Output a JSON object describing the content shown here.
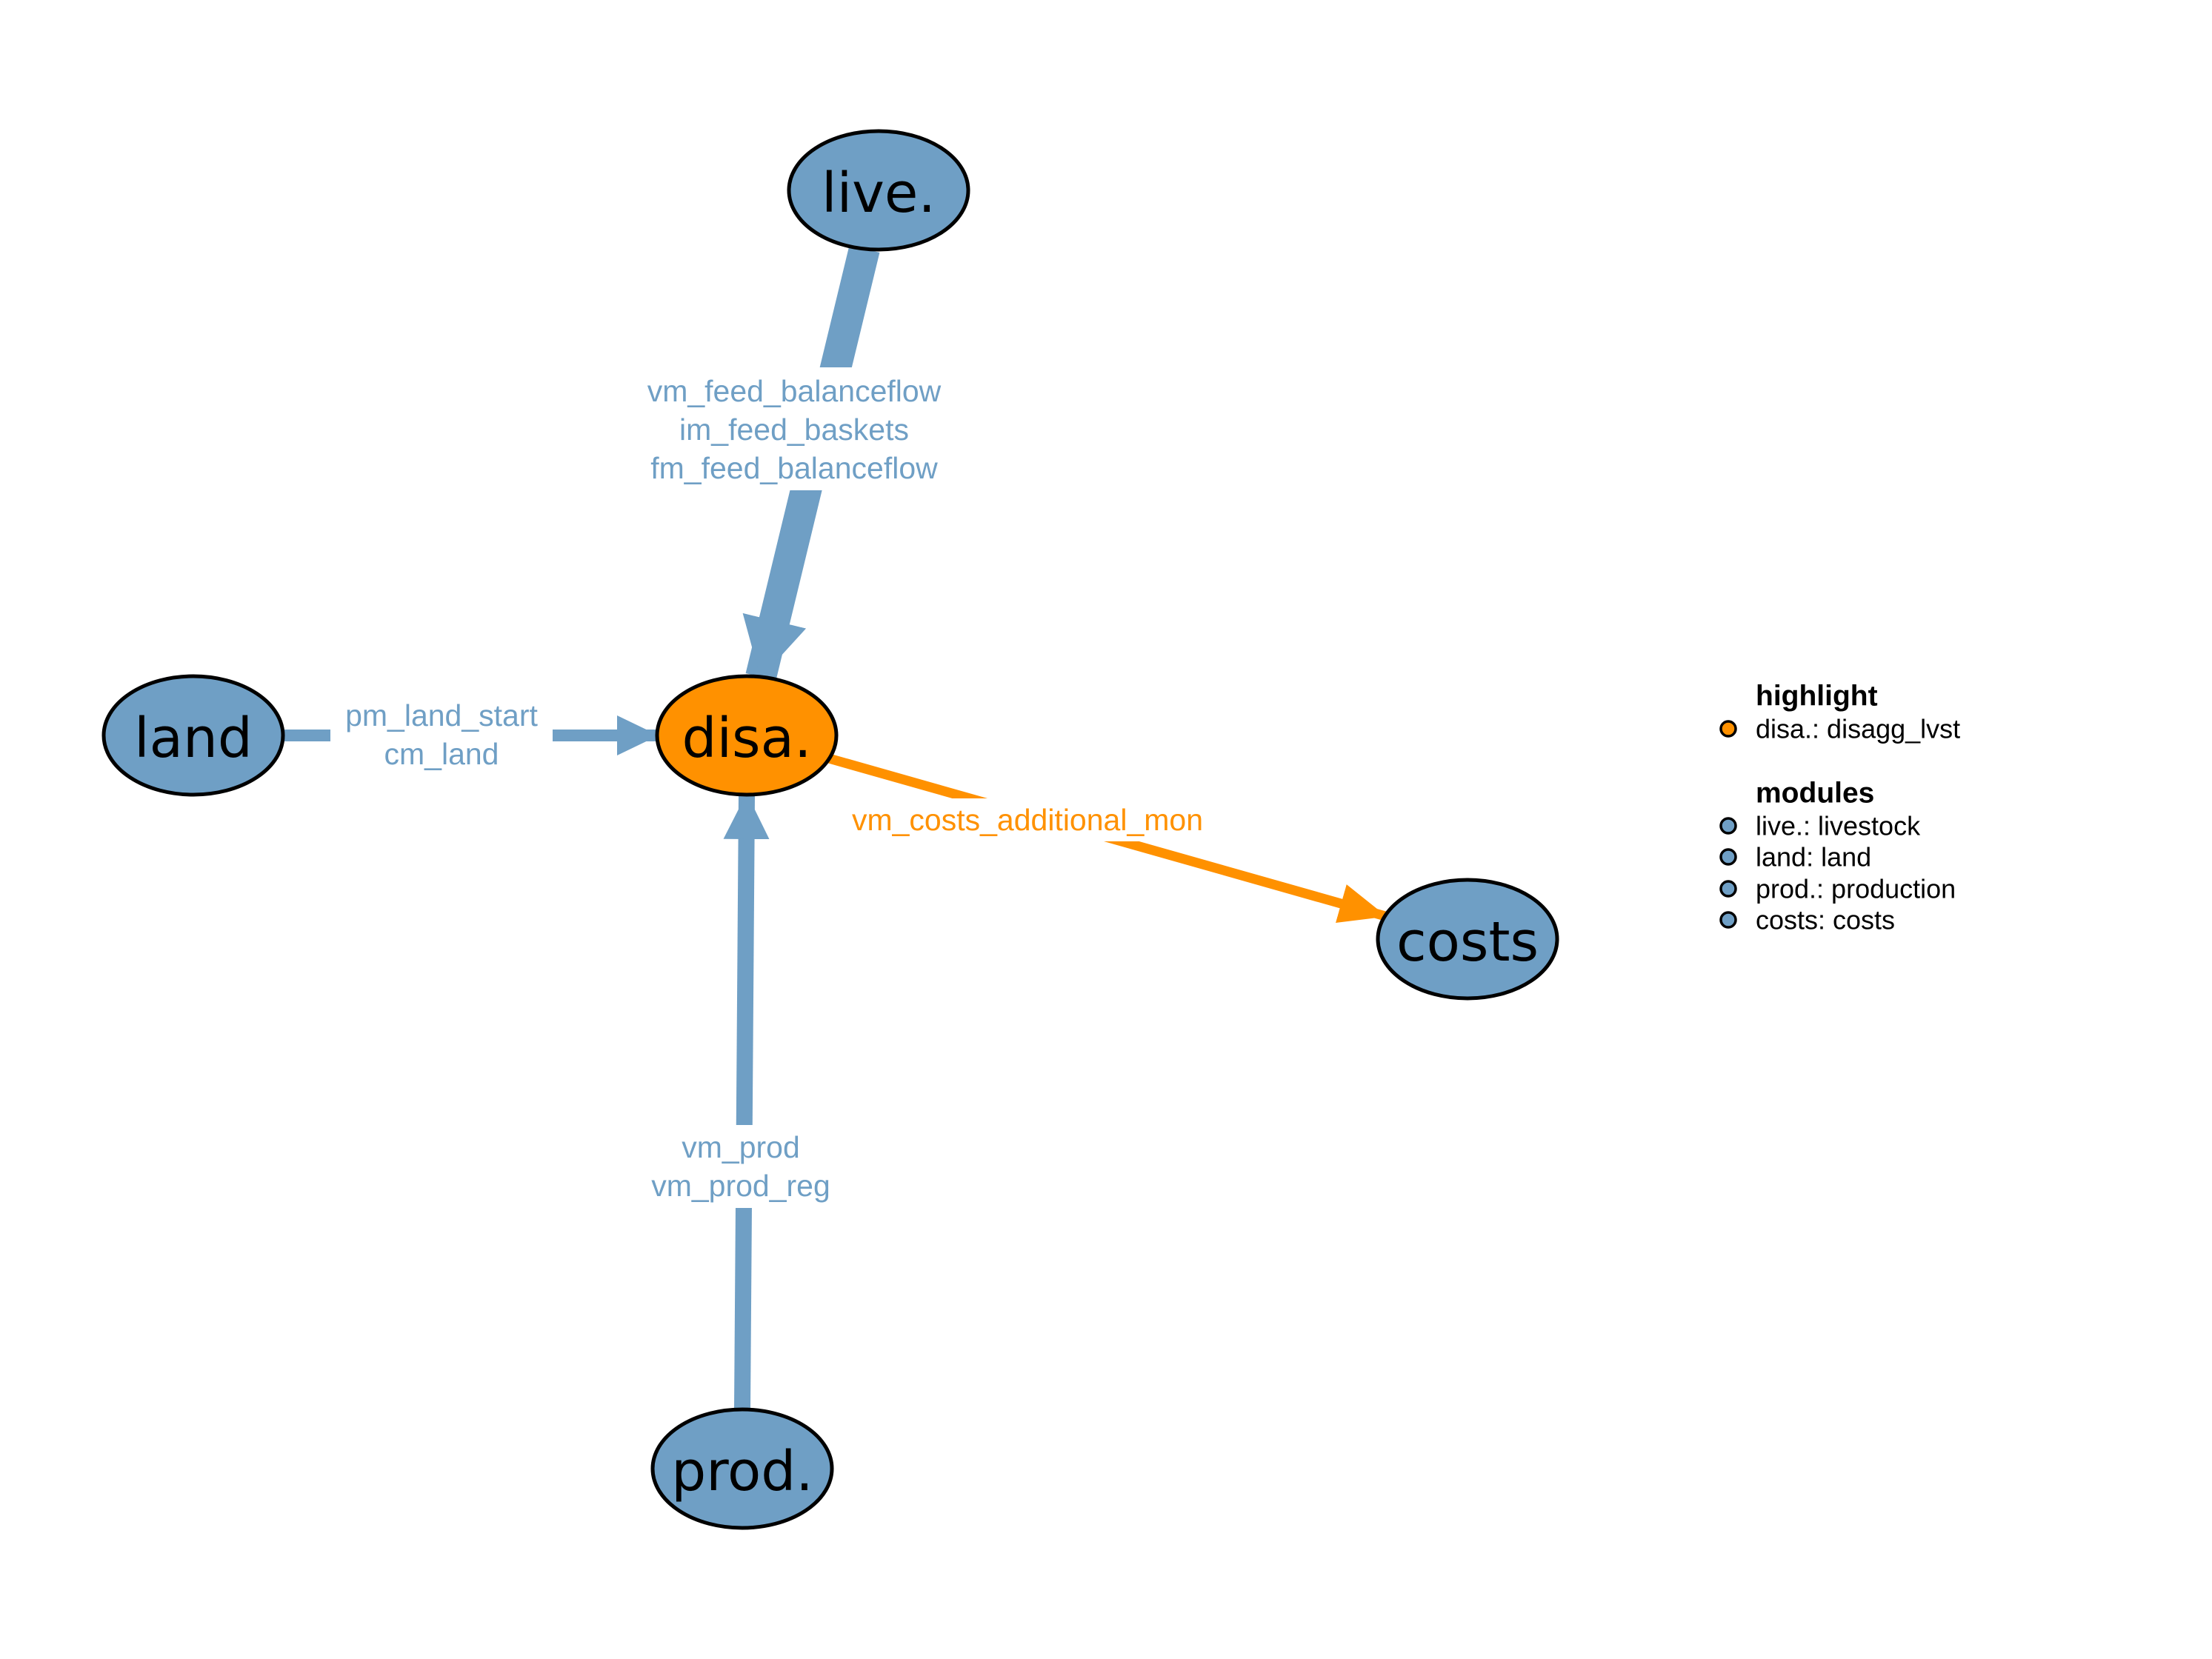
{
  "diagram": {
    "background": "#FFFFFF",
    "colors": {
      "highlight": "#FF9100",
      "module": "#6F9FC5",
      "node_border": "#000000",
      "node_text": "#000000"
    },
    "nodes": [
      {
        "id": "live",
        "label": "live.",
        "type": "module"
      },
      {
        "id": "land",
        "label": "land",
        "type": "module"
      },
      {
        "id": "disa",
        "label": "disa.",
        "type": "highlight"
      },
      {
        "id": "costs",
        "label": "costs",
        "type": "module"
      },
      {
        "id": "prod",
        "label": "prod.",
        "type": "module"
      }
    ],
    "edges": [
      {
        "from": "live",
        "to": "disa",
        "type": "module",
        "labels": [
          "vm_feed_balanceflow",
          "im_feed_baskets",
          "fm_feed_balanceflow"
        ]
      },
      {
        "from": "land",
        "to": "disa",
        "type": "module",
        "labels": [
          "pm_land_start",
          "cm_land"
        ]
      },
      {
        "from": "prod",
        "to": "disa",
        "type": "module",
        "labels": [
          "vm_prod",
          "vm_prod_reg"
        ]
      },
      {
        "from": "disa",
        "to": "costs",
        "type": "highlight",
        "labels": [
          "vm_costs_additional_mon"
        ]
      }
    ]
  },
  "legend": {
    "highlight": {
      "title": "highlight",
      "items": [
        {
          "marker_color": "#FF9100",
          "label": "disa.: disagg_lvst"
        }
      ]
    },
    "modules": {
      "title": "modules",
      "items": [
        {
          "marker_color": "#6F9FC5",
          "label": "live.: livestock"
        },
        {
          "marker_color": "#6F9FC5",
          "label": "land: land"
        },
        {
          "marker_color": "#6F9FC5",
          "label": "prod.: production"
        },
        {
          "marker_color": "#6F9FC5",
          "label": "costs: costs"
        }
      ]
    }
  },
  "chart_data": {
    "type": "table",
    "title": "",
    "description": "Module dependency graph for highlighted module disa. (disagg_lvst)",
    "nodes": [
      "live.",
      "land",
      "disa.",
      "costs",
      "prod."
    ],
    "edges": [
      {
        "from": "live.",
        "to": "disa.",
        "variables": [
          "vm_feed_balanceflow",
          "im_feed_baskets",
          "fm_feed_balanceflow"
        ]
      },
      {
        "from": "land",
        "to": "disa.",
        "variables": [
          "pm_land_start",
          "cm_land"
        ]
      },
      {
        "from": "prod.",
        "to": "disa.",
        "variables": [
          "vm_prod",
          "vm_prod_reg"
        ]
      },
      {
        "from": "disa.",
        "to": "costs",
        "variables": [
          "vm_costs_additional_mon"
        ]
      }
    ],
    "legend": {
      "highlight": [
        "disa.: disagg_lvst"
      ],
      "modules": [
        "live.: livestock",
        "land: land",
        "prod.: production",
        "costs: costs"
      ]
    }
  }
}
